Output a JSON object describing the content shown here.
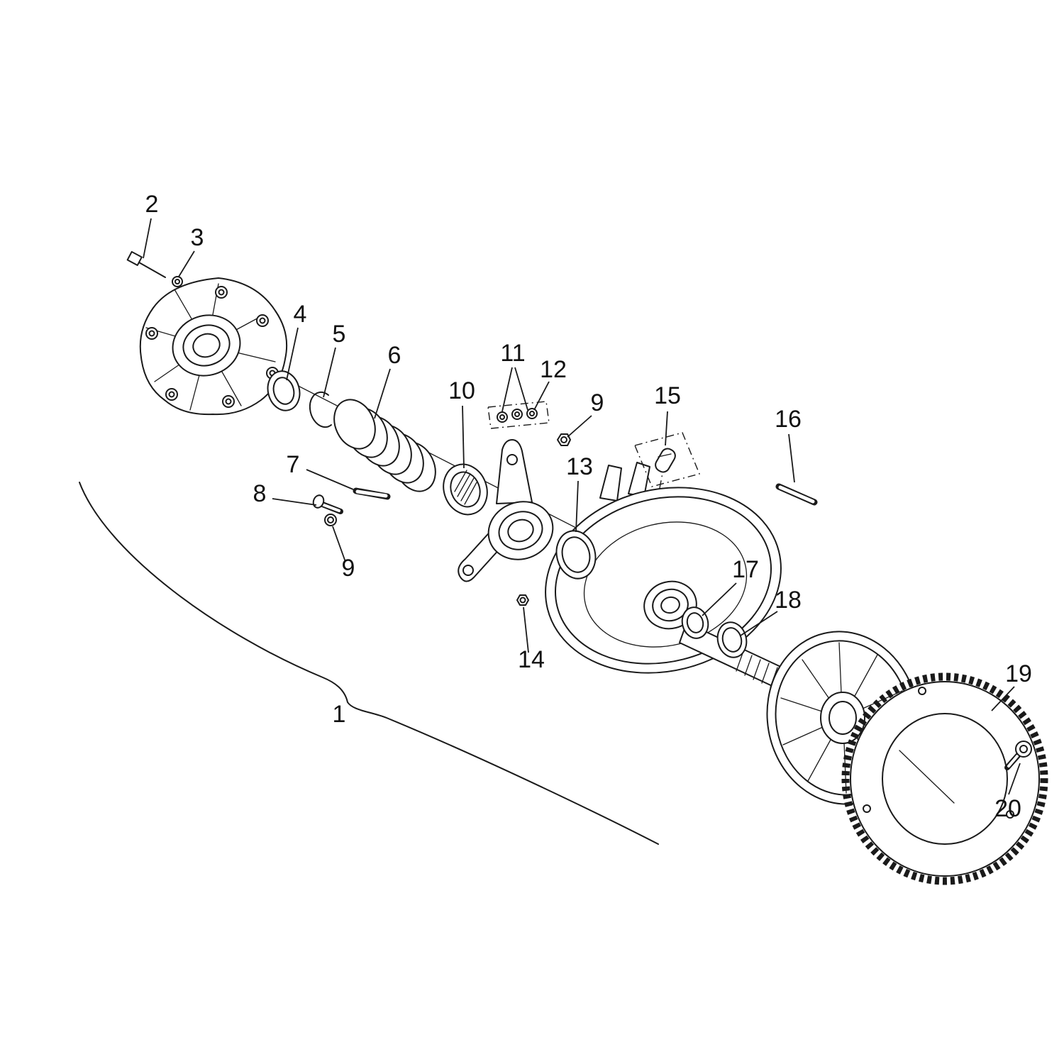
{
  "diagram": {
    "background": "#ffffff",
    "line_color": "#1a1a1a",
    "callouts": {
      "1": "1",
      "2": "2",
      "3": "3",
      "4": "4",
      "5": "5",
      "6": "6",
      "7": "7",
      "8": "8",
      "9": "9",
      "10": "10",
      "11": "11",
      "12": "12",
      "13": "13",
      "14": "14",
      "15": "15",
      "16": "16",
      "17": "17",
      "18": "18",
      "19": "19",
      "20": "20"
    }
  }
}
